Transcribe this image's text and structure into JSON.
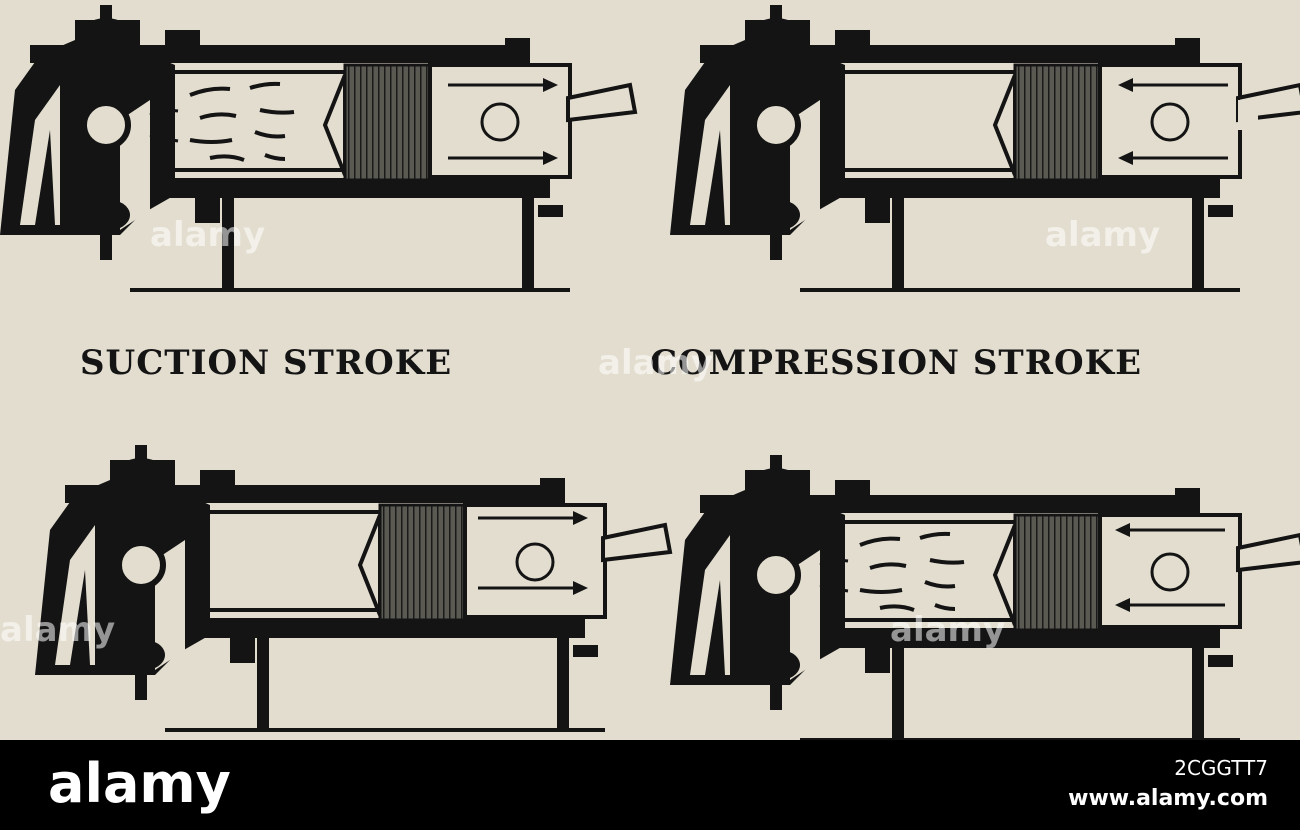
{
  "captions": {
    "suction": "SUCTION  STROKE",
    "compression": "COMPRESSION STROKE"
  },
  "watermark": {
    "text": "alamy"
  },
  "footer": {
    "logo": "alamy",
    "image_id": "2CGGTT7",
    "url": "www.alamy.com"
  },
  "colors": {
    "paper": "#e2ddcf",
    "ink": "#141414",
    "footer_bg": "#000000"
  }
}
